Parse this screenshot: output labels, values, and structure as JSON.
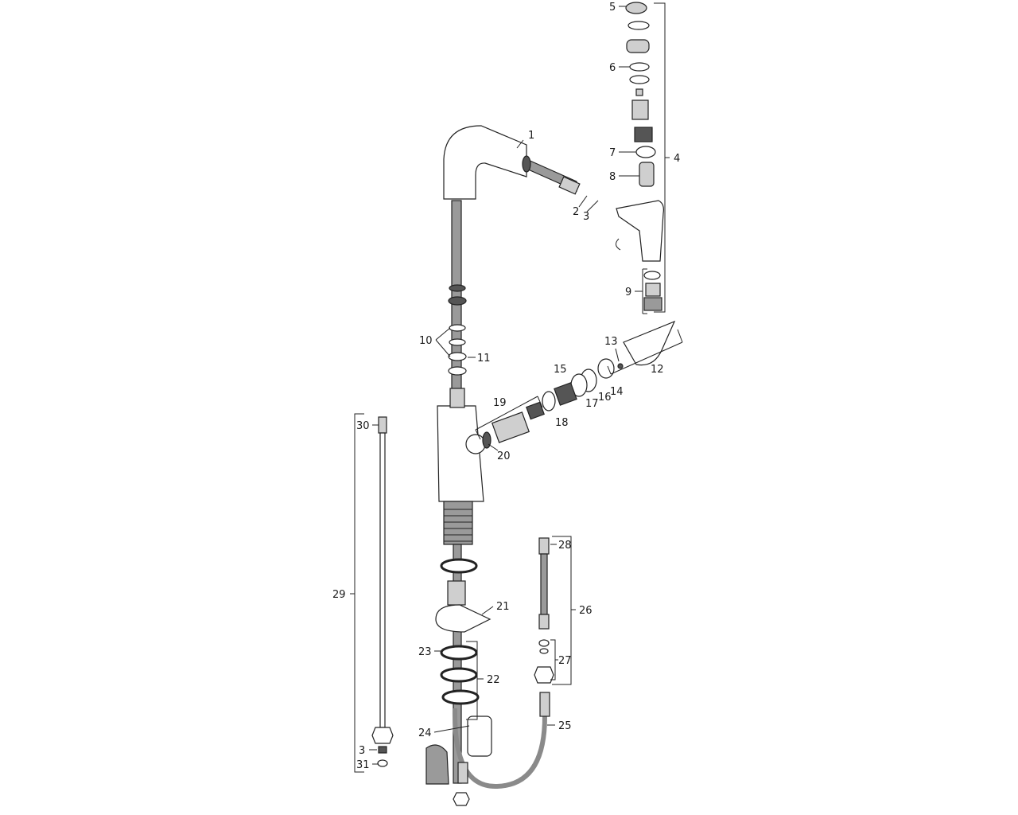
{
  "diagram": {
    "callouts": [
      {
        "id": "1",
        "text": "1"
      },
      {
        "id": "2",
        "text": "2"
      },
      {
        "id": "3a",
        "text": "3"
      },
      {
        "id": "3b",
        "text": "3"
      },
      {
        "id": "4",
        "text": "4"
      },
      {
        "id": "5",
        "text": "5"
      },
      {
        "id": "6",
        "text": "6"
      },
      {
        "id": "7",
        "text": "7"
      },
      {
        "id": "8",
        "text": "8"
      },
      {
        "id": "9",
        "text": "9"
      },
      {
        "id": "10",
        "text": "10"
      },
      {
        "id": "11",
        "text": "11"
      },
      {
        "id": "12",
        "text": "12"
      },
      {
        "id": "13",
        "text": "13"
      },
      {
        "id": "14",
        "text": "14"
      },
      {
        "id": "15",
        "text": "15"
      },
      {
        "id": "16",
        "text": "16"
      },
      {
        "id": "17",
        "text": "17"
      },
      {
        "id": "18",
        "text": "18"
      },
      {
        "id": "19",
        "text": "19"
      },
      {
        "id": "20",
        "text": "20"
      },
      {
        "id": "21",
        "text": "21"
      },
      {
        "id": "22",
        "text": "22"
      },
      {
        "id": "23",
        "text": "23"
      },
      {
        "id": "24",
        "text": "24"
      },
      {
        "id": "25",
        "text": "25"
      },
      {
        "id": "26",
        "text": "26"
      },
      {
        "id": "27",
        "text": "27"
      },
      {
        "id": "28",
        "text": "28"
      },
      {
        "id": "29",
        "text": "29"
      },
      {
        "id": "30",
        "text": "30"
      },
      {
        "id": "31",
        "text": "31"
      }
    ]
  }
}
